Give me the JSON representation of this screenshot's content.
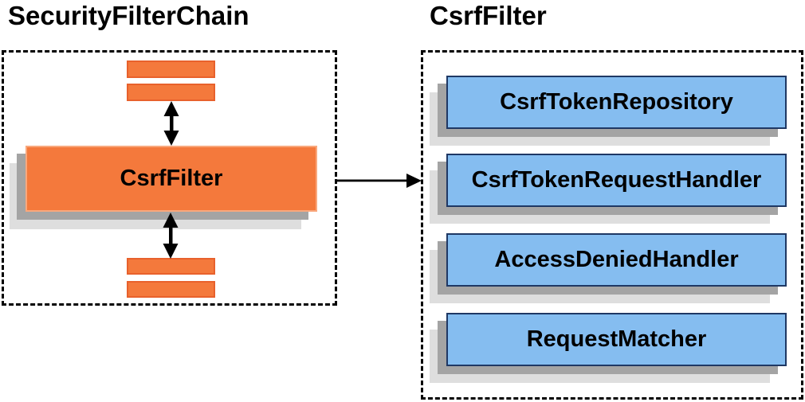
{
  "left_panel": {
    "title": "SecurityFilterChain",
    "node_label": "CsrfFilter"
  },
  "right_panel": {
    "title": "CsrfFilter",
    "components": [
      {
        "label": "CsrfTokenRepository"
      },
      {
        "label": "CsrfTokenRequestHandler"
      },
      {
        "label": "AccessDeniedHandler"
      },
      {
        "label": "RequestMatcher"
      }
    ]
  },
  "icons": {
    "vertical_arrows": "double-headed-arrow",
    "connector": "right-arrow"
  },
  "colors": {
    "orange_fill": "#F4793C",
    "orange_border": "#E8612C",
    "orange_border_light": "#F9A87D",
    "blue_fill": "#85BDF0",
    "blue_border": "#1F3864",
    "shadow_mid": "#A4A4A4",
    "shadow_light": "#DEDEDE",
    "ink": "#000000"
  }
}
